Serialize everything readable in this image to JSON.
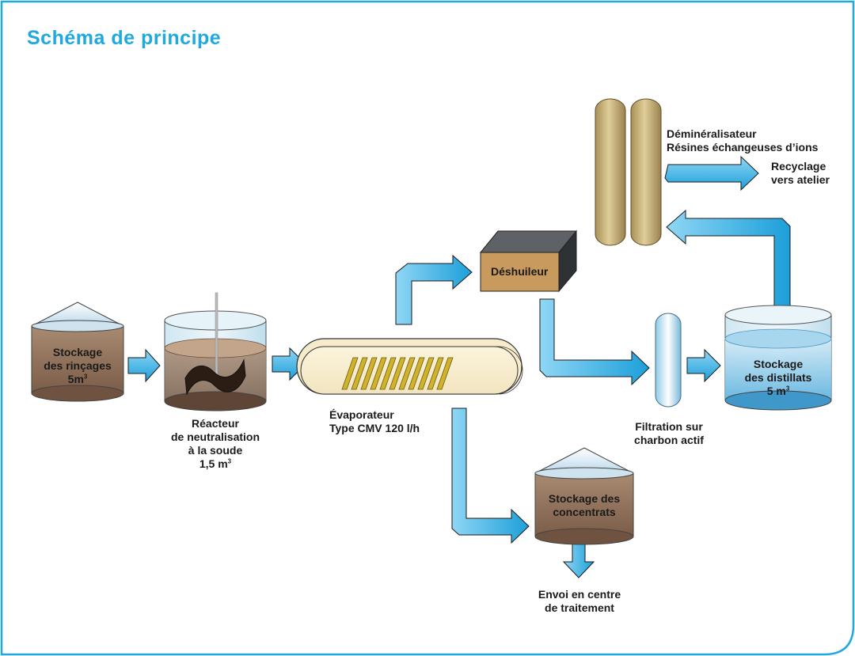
{
  "title": "Schéma de principe",
  "colors": {
    "accent": "#1fa9df",
    "arrow": "#3db4e6",
    "tank_brown": "#8b6b55",
    "tank_blue": "#7fc4e6",
    "resin": "#c9b37a",
    "deshuileur": "#c99a5e"
  },
  "stockage_rincages": {
    "line1": "Stockage",
    "line2": "des rinçages",
    "line3": "5m",
    "sup": "3"
  },
  "reacteur": {
    "line1": "Réacteur",
    "line2": "de neutralisation",
    "line3": "à la soude",
    "line4": "1,5 m",
    "sup": "3"
  },
  "evaporateur": {
    "line1": "Évaporateur",
    "line2": "Type CMV 120 l/h"
  },
  "deshuileur": {
    "label": "Déshuileur"
  },
  "demineralisateur": {
    "line1": "Déminéralisateur",
    "line2": "Résines échangeuses d’ions"
  },
  "recyclage": {
    "line1": "Recyclage",
    "line2": "vers atelier"
  },
  "filtration": {
    "line1": "Filtration sur",
    "line2": "charbon actif"
  },
  "stockage_distillats": {
    "line1": "Stockage",
    "line2": "des distillats",
    "line3": "5 m",
    "sup": "3"
  },
  "stockage_concentrats": {
    "line1": "Stockage des",
    "line2": "concentrats"
  },
  "envoi": {
    "line1": "Envoi en centre",
    "line2": "de traitement"
  }
}
